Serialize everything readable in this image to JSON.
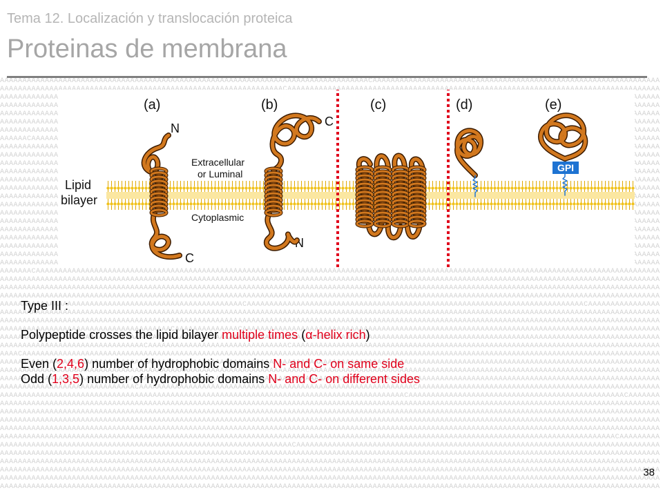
{
  "header": {
    "subtitle": "Tema 12. Localización y translocación proteica",
    "title": "Proteinas de membrana"
  },
  "figure": {
    "panel_labels": [
      "(a)",
      "(b)",
      "(c)",
      "(d)",
      "(e)"
    ],
    "terminus_labels": {
      "a_top": "N",
      "a_bottom": "C",
      "b_top": "C",
      "b_bottom": "N"
    },
    "region_labels": {
      "extracellular_line1": "Extracellular",
      "extracellular_line2": "or Luminal",
      "cytoplasmic": "Cytoplasmic",
      "lipid_line1": "Lipid",
      "lipid_line2": "bilayer"
    },
    "gpi_label": "GPI",
    "colors": {
      "protein": "#d2781e",
      "protein_outline": "#3a1a00",
      "lipid": "#f1c21b",
      "gpi": "#1e73d2",
      "highlight": "#e0001b"
    }
  },
  "body": {
    "type_label": "Type III :",
    "line1_before": "Polypeptide crosses the lipid bilayer ",
    "line1_red": "multiple times",
    "line1_mid": " (",
    "line1_red2": "α-helix rich",
    "line1_after": ")",
    "even_before": "Even (",
    "even_nums": "2,4,6",
    "even_mid": ") number of hydrophobic domains ",
    "even_red": "N- and C- on same side",
    "odd_before": "Odd (",
    "odd_nums": "1,3,5",
    "odd_mid": ") number of hydrophobic domains ",
    "odd_red": "N- and C- on different sides"
  },
  "page_number": "38"
}
